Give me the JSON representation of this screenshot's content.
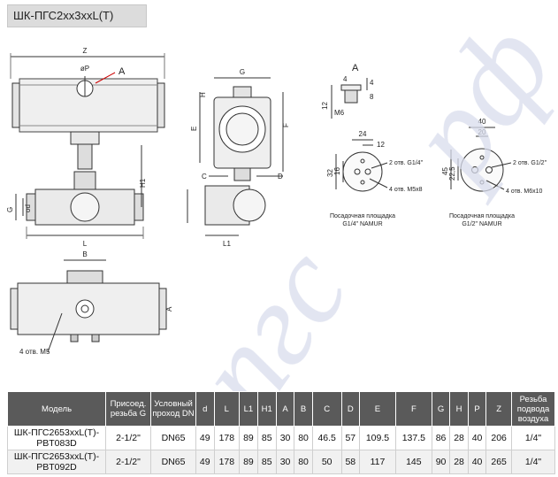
{
  "title": "ШК-ПГС2xx3xxL(T)",
  "drawing_labels": {
    "z": "Z",
    "p": "øP",
    "a": "A",
    "h1": "H1",
    "g": "G",
    "d": "od",
    "l": "L",
    "gx": "G",
    "h": "H",
    "e": "E",
    "f": "F",
    "c": "C",
    "dd": "D",
    "l1": "L1",
    "b": "B",
    "a2": "A",
    "m5": "4 отв. M5",
    "detail_title": "A",
    "det_4a": "4",
    "det_4b": "4",
    "det_12": "12",
    "det_m6": "M6",
    "det_8": "8",
    "n1_24": "24",
    "n1_12": "12",
    "n1_32": "32",
    "n1_16": "16",
    "n1_g": "2 отв. G1/4\"",
    "n1_m": "4 отв. M5x8",
    "n1_cap1": "Посадочная площадка",
    "n1_cap2": "G1/4\" NAMUR",
    "n2_40": "40",
    "n2_20": "20",
    "n2_45": "45",
    "n2_225": "22,5",
    "n2_g": "2 отв. G1/2\"",
    "n2_m": "4 отв. M6x10",
    "n2_cap1": "Посадочная площадка",
    "n2_cap2": "G1/2\" NAMUR"
  },
  "table": {
    "headers": [
      "Модель",
      "Присоед. резьба G",
      "Условный проход DN",
      "d",
      "L",
      "L1",
      "H1",
      "A",
      "B",
      "C",
      "D",
      "E",
      "F",
      "G",
      "H",
      "P",
      "Z",
      "Резьба подвода воздуха"
    ],
    "rows": [
      [
        "ШК-ПГС2653xxL(T)-PBT083D",
        "2-1/2\"",
        "DN65",
        "49",
        "178",
        "89",
        "85",
        "30",
        "80",
        "46.5",
        "57",
        "109.5",
        "137.5",
        "86",
        "28",
        "40",
        "206",
        "1/4\""
      ],
      [
        "ШК-ПГС2653xxL(T)-PBT092D",
        "2-1/2\"",
        "DN65",
        "49",
        "178",
        "89",
        "85",
        "30",
        "80",
        "50",
        "58",
        "117",
        "145",
        "90",
        "28",
        "40",
        "265",
        "1/4\""
      ]
    ]
  },
  "colors": {
    "header_bg": "#5a5a5a",
    "title_bg": "#dcdcdc",
    "watermark": "#d8dcec"
  }
}
